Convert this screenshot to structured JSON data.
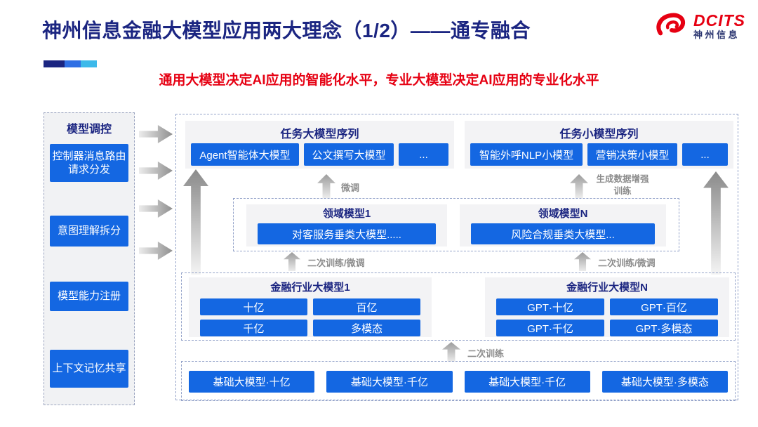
{
  "header": {
    "title": "神州信息金融大模型应用两大理念（1/2）——通专融合",
    "subtitle": "通用大模型决定AI应用的智能化水平，专业大模型决定AI应用的专业化水平",
    "logo": {
      "brand": "DCITS",
      "brand_cn": "神州信息"
    }
  },
  "sidebar": {
    "title": "模型调控",
    "items": [
      {
        "label": "控制器消息路由请求分发"
      },
      {
        "label": "意图理解拆分"
      },
      {
        "label": "模型能力注册"
      },
      {
        "label": "上下文记忆共享"
      }
    ]
  },
  "main": {
    "task_large": {
      "title": "任务大模型序列",
      "items": [
        "Agent智能体大模型",
        "公文撰写大模型",
        "..."
      ]
    },
    "task_small": {
      "title": "任务小模型序列",
      "items": [
        "智能外呼NLP小模型",
        "营销决策小模型",
        "..."
      ]
    },
    "domain": {
      "model1": {
        "title": "领域模型1",
        "item": "对客服务垂类大模型....."
      },
      "modelN": {
        "title": "领域模型N",
        "item": "风险合规垂类大模型..."
      }
    },
    "industry": {
      "model1": {
        "title": "金融行业大模型1",
        "items": [
          "十亿",
          "百亿",
          "千亿",
          "多模态"
        ]
      },
      "modelN": {
        "title": "金融行业大模型N",
        "items": [
          "GPT·十亿",
          "GPT·百亿",
          "GPT·千亿",
          "GPT·多模态"
        ]
      }
    },
    "foundation": {
      "items": [
        "基础大模型·十亿",
        "基础大模型·千亿",
        "基础大模型·千亿",
        "基础大模型·多模态"
      ]
    },
    "annotations": {
      "finetune": "微调",
      "gen_data_training": "生成数据增强训练",
      "secondary_finetune_left": "二次训练/微调",
      "secondary_finetune_right": "二次训练/微调",
      "secondary_training": "二次训练"
    }
  },
  "colors": {
    "accent_blue": "#1467e2",
    "navy": "#1b2581",
    "brand_red": "#e60012",
    "subtitle_red": "#e60113",
    "panel_gray": "#f3f3f5",
    "dashed_border": "#93a2c9",
    "note_gray": "#8c8c8c"
  }
}
